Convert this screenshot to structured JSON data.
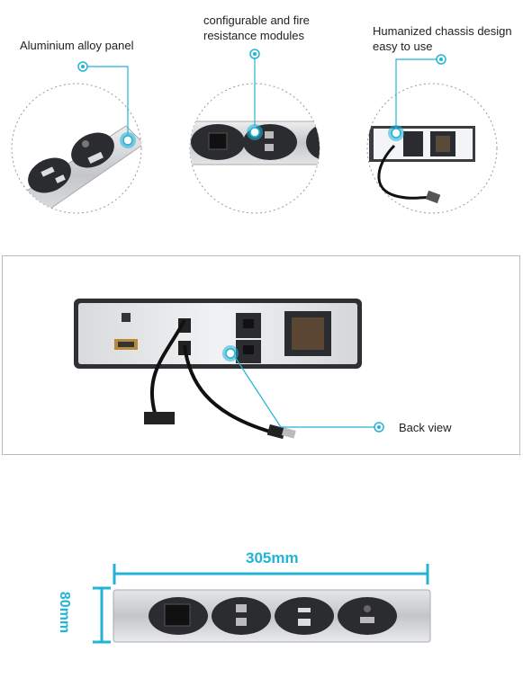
{
  "features": [
    {
      "caption": "Aluminium alloy panel"
    },
    {
      "caption": "configurable and fire\nresistance modules"
    },
    {
      "caption": "Humanized chassis design\neasy to use"
    }
  ],
  "back_view": {
    "caption": "Back view"
  },
  "dimensions": {
    "length": "305mm",
    "height": "80mm"
  },
  "colors": {
    "accent": "#23b3d7",
    "panel": "#c9cbcd",
    "socket": "#2a2c30"
  }
}
